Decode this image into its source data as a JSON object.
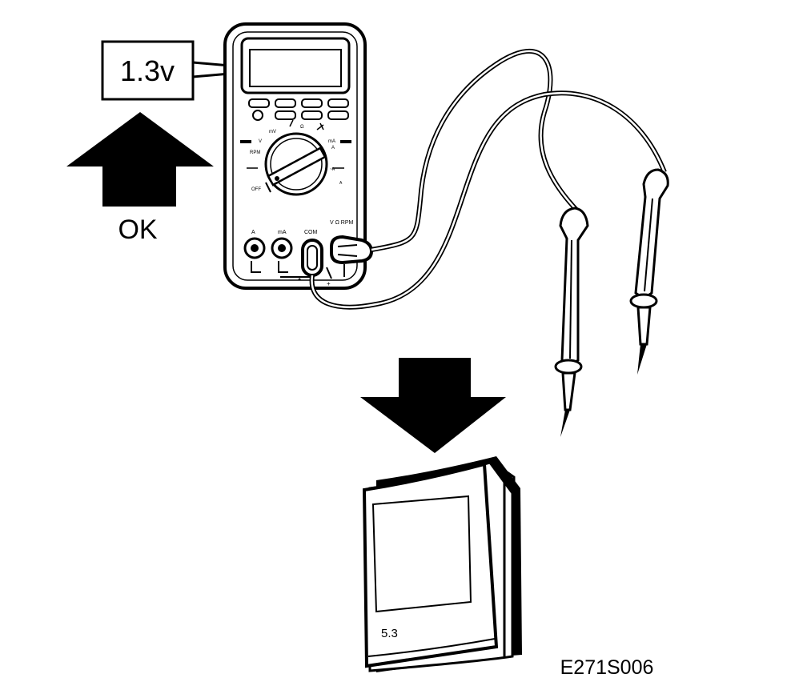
{
  "meter": {
    "reading": "1.3v",
    "dial_labels": [
      "mV",
      "V",
      "Ω",
      "mA",
      "A",
      "RPM",
      "OFF"
    ],
    "jacks": [
      "A",
      "mA",
      "COM",
      "V Ω RPM"
    ]
  },
  "status_label": "OK",
  "manual": {
    "section": "5.3"
  },
  "figure_code": "E271S006",
  "colors": {
    "ink": "#000000",
    "paper": "#ffffff"
  }
}
